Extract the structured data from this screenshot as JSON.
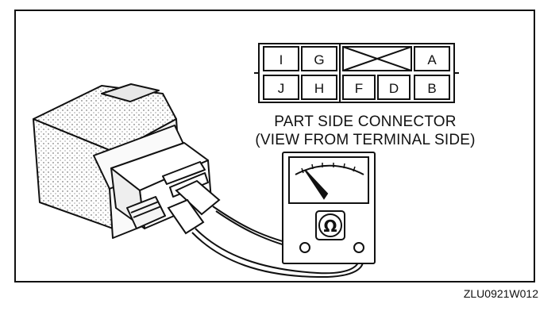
{
  "connector": {
    "top_row": [
      "I",
      "G",
      "A"
    ],
    "bottom_row": [
      "J",
      "H",
      "F",
      "D",
      "B"
    ]
  },
  "caption": {
    "line1": "PART SIDE CONNECTOR",
    "line2": "(VIEW FROM TERMINAL SIDE)"
  },
  "meter": {
    "symbol": "Ω"
  },
  "figure_id": "ZLU0921W012"
}
